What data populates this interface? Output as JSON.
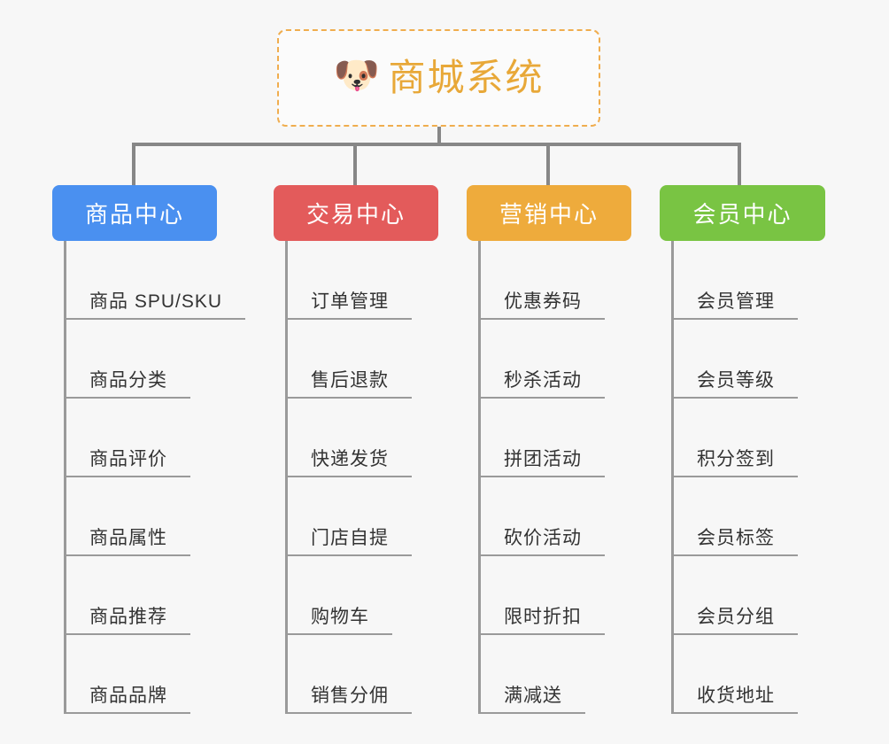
{
  "root": {
    "icon": "shiba-dog-emoji",
    "emoji": "🐶",
    "title": "商城系统",
    "border_color": "#f0ad4e",
    "title_color": "#e8a838"
  },
  "canvas": {
    "background": "#f7f7f7",
    "connector_color": "#878787",
    "spine_color": "#9a9a9a",
    "leaf_text_color": "#333333"
  },
  "branches": [
    {
      "label": "商品中心",
      "color": "#4a90f0",
      "items": [
        {
          "label": "商品 SPU/SKU"
        },
        {
          "label": "商品分类"
        },
        {
          "label": "商品评价"
        },
        {
          "label": "商品属性"
        },
        {
          "label": "商品推荐"
        },
        {
          "label": "商品品牌"
        }
      ]
    },
    {
      "label": "交易中心",
      "color": "#e35b5b",
      "items": [
        {
          "label": "订单管理"
        },
        {
          "label": "售后退款"
        },
        {
          "label": "快递发货"
        },
        {
          "label": "门店自提"
        },
        {
          "label": "购物车"
        },
        {
          "label": "销售分佣"
        }
      ]
    },
    {
      "label": "营销中心",
      "color": "#eeab3c",
      "items": [
        {
          "label": "优惠券码"
        },
        {
          "label": "秒杀活动"
        },
        {
          "label": "拼团活动"
        },
        {
          "label": "砍价活动"
        },
        {
          "label": "限时折扣"
        },
        {
          "label": "满减送"
        }
      ]
    },
    {
      "label": "会员中心",
      "color": "#79c443",
      "items": [
        {
          "label": "会员管理"
        },
        {
          "label": "会员等级"
        },
        {
          "label": "积分签到"
        },
        {
          "label": "会员标签"
        },
        {
          "label": "会员分组"
        },
        {
          "label": "收货地址"
        }
      ]
    }
  ]
}
